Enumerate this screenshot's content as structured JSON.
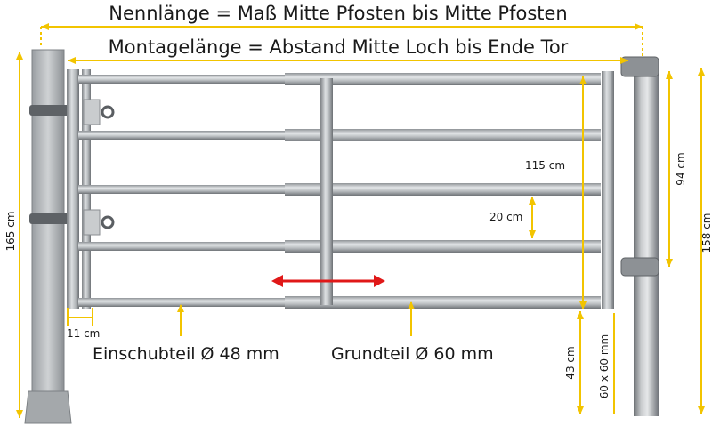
{
  "title_top": "Nennlänge = Maß Mitte Pfosten bis Mitte Pfosten",
  "title_second": "Montagelänge = Abstand Mitte Loch bis Ende Tor",
  "labels": {
    "post_height": "165 cm",
    "gate_height": "115 cm",
    "bar_spacing": "20 cm",
    "upper_section": "94 cm",
    "total_post": "158 cm",
    "ground_clearance": "43 cm",
    "post_profile": "60 x 60 mm",
    "insert_offset": "11 cm"
  },
  "legend": {
    "insert_part": "Einschubteil Ø 48 mm",
    "base_part": "Grundteil Ø 60 mm"
  },
  "colors": {
    "dimension": "#f2c400",
    "arrow": "#e01818",
    "steel": "#b9bdc0",
    "steel_dark": "#7f8488"
  }
}
